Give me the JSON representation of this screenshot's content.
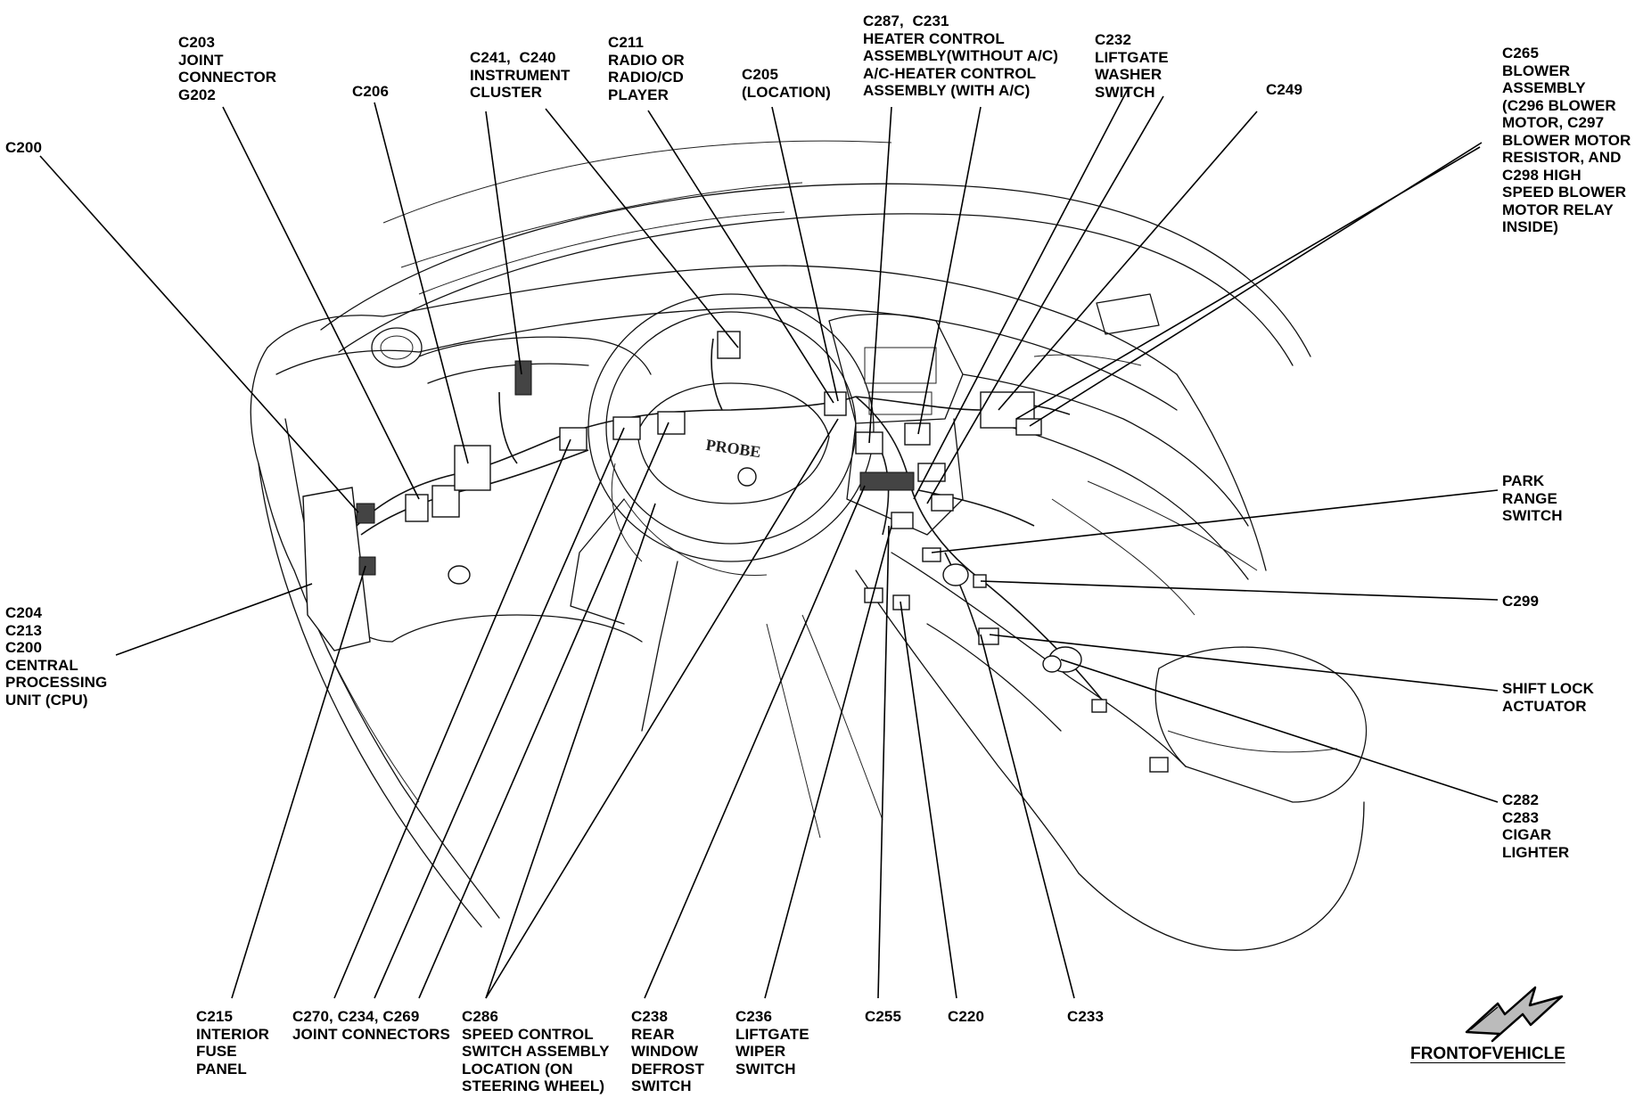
{
  "labels": {
    "c200_top": [
      "C200"
    ],
    "c203": [
      "C203",
      "JOINT",
      "CONNECTOR",
      "G202"
    ],
    "c206": [
      "C206"
    ],
    "c241": [
      "C241,  C240",
      "INSTRUMENT",
      "CLUSTER"
    ],
    "c211": [
      "C211",
      "RADIO OR",
      "RADIO/CD",
      "PLAYER"
    ],
    "c205": [
      "C205",
      "(LOCATION)"
    ],
    "c287": [
      "C287,  C231",
      "HEATER CONTROL",
      "ASSEMBLY(WITHOUT A/C)",
      "A/C-HEATER CONTROL",
      "ASSEMBLY (WITH A/C)"
    ],
    "c232": [
      "C232",
      "LIFTGATE",
      "WASHER",
      "SWITCH"
    ],
    "c249": [
      "C249"
    ],
    "c265": [
      "C265",
      "BLOWER",
      "ASSEMBLY",
      "(C296 BLOWER",
      "MOTOR, C297",
      "BLOWER MOTOR",
      "RESISTOR, AND",
      "C298 HIGH",
      "SPEED BLOWER",
      "MOTOR RELAY",
      "INSIDE)"
    ],
    "park": [
      "PARK",
      "RANGE",
      "SWITCH"
    ],
    "c299": [
      "C299"
    ],
    "shiftlock": [
      "SHIFT LOCK",
      "ACTUATOR"
    ],
    "c282": [
      "C282",
      "C283",
      "CIGAR",
      "LIGHTER"
    ],
    "cpu": [
      "C204",
      "C213",
      "C200",
      "CENTRAL",
      "PROCESSING",
      "UNIT (CPU)"
    ],
    "c215": [
      "C215",
      "INTERIOR",
      "FUSE",
      "PANEL"
    ],
    "c270": [
      "C270, C234, C269",
      "JOINT CONNECTORS"
    ],
    "c286": [
      "C286",
      "SPEED CONTROL",
      "SWITCH ASSEMBLY",
      "LOCATION (ON",
      "STEERING WHEEL)"
    ],
    "c238": [
      "C238",
      "REAR",
      "WINDOW",
      "DEFROST",
      "SWITCH"
    ],
    "c236": [
      "C236",
      "LIFTGATE",
      "WIPER",
      "SWITCH"
    ],
    "c255": [
      "C255"
    ],
    "c220": [
      "C220"
    ],
    "c233": [
      "C233"
    ]
  },
  "front_of_vehicle": "FRONTOFVEHICLE",
  "steering_hub_text": "PROBE",
  "colors": {
    "ink": "#000000",
    "paper": "#ffffff"
  }
}
